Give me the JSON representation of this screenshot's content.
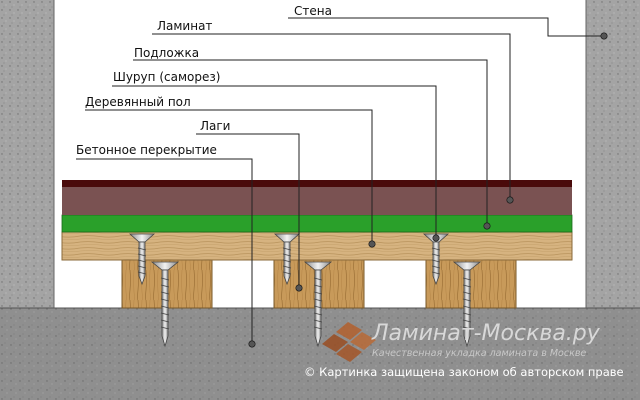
{
  "labels": {
    "wall": "Стена",
    "laminate": "Ламинат",
    "underlay": "Подложка",
    "screw": "Шуруп (саморез)",
    "wood_floor": "Деревянный пол",
    "joists": "Лаги",
    "concrete": "Бетонное перекрытие"
  },
  "watermark": {
    "brand": "Ламинат-Москва.ру",
    "tagline": "Качественная укладка ламината в Москве",
    "copyright": "© Картинка защищена законом об авторском праве"
  },
  "colors": {
    "wall": "#a4a4a4",
    "concrete": "#8f8f8f",
    "laminate_top": "#4a0a0a",
    "laminate": "#7a5252",
    "underlay": "#2aa02a",
    "plank": "#d6b380",
    "joist": "#c89a5a",
    "screw": "#d4d4d4"
  }
}
